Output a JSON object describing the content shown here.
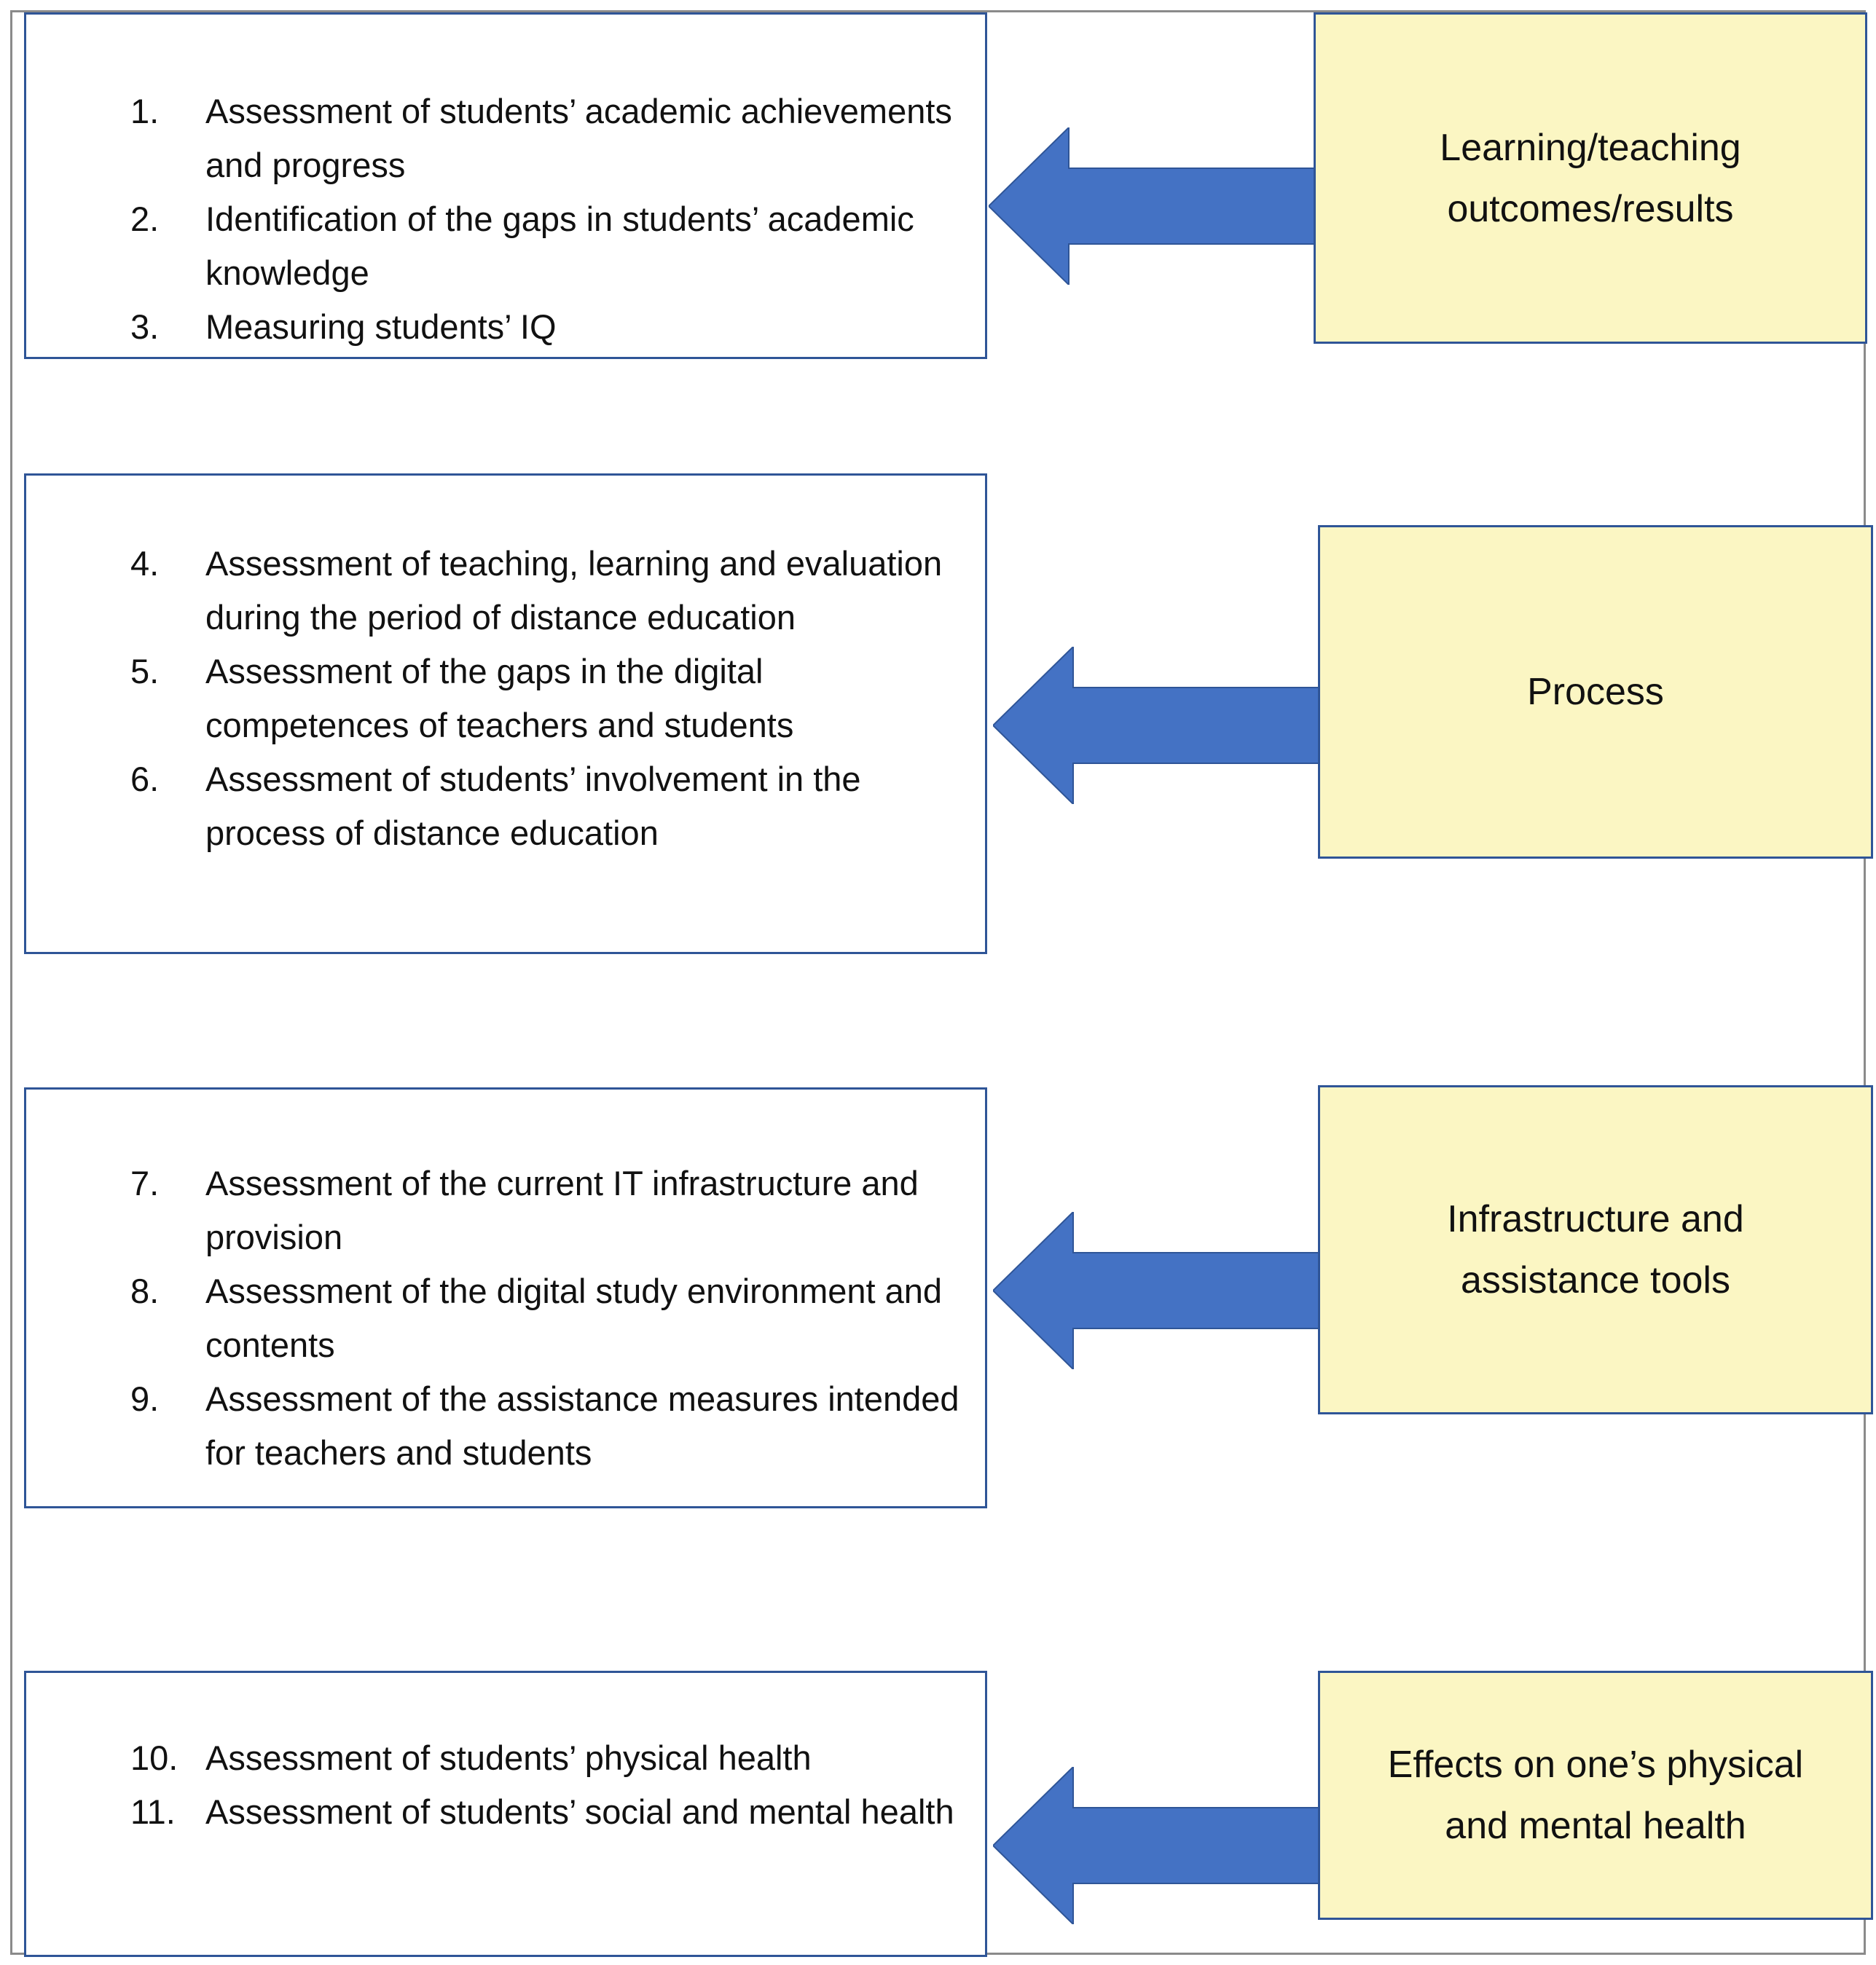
{
  "colors": {
    "arrow": "#4472c4",
    "box_border": "#2f5597",
    "category_fill": "#fbf6c3"
  },
  "rows": [
    {
      "category": "Learning/teaching\noutcomes/results",
      "items": [
        {
          "num": "1.",
          "text": "Assessment of students’ academic achievements and progress"
        },
        {
          "num": "2.",
          "text": "Identification of the gaps in students’ academic knowledge"
        },
        {
          "num": "3.",
          "text": "Measuring students’ IQ"
        }
      ]
    },
    {
      "category": "Process",
      "items": [
        {
          "num": "4.",
          "text": "Assessment of teaching, learning and evaluation during the period of distance education"
        },
        {
          "num": "5.",
          "text": "Assessment of the gaps in the digital competences of teachers and students"
        },
        {
          "num": "6.",
          "text": "Assessment of students’ involvement in the process of distance education"
        }
      ]
    },
    {
      "category": "Infrastructure and\nassistance tools",
      "items": [
        {
          "num": "7.",
          "text": "Assessment of the current IT infrastructure and provision"
        },
        {
          "num": "8.",
          "text": "Assessment of the digital study environment and contents"
        },
        {
          "num": "9.",
          "text": "Assessment of the assistance measures intended for teachers and students"
        }
      ]
    },
    {
      "category": "Effects on one’s physical\nand mental health",
      "items": [
        {
          "num": "10.",
          "text": "Assessment of students’ physical health"
        },
        {
          "num": "11.",
          "text": "Assessment of students’ social and mental health"
        }
      ]
    }
  ]
}
